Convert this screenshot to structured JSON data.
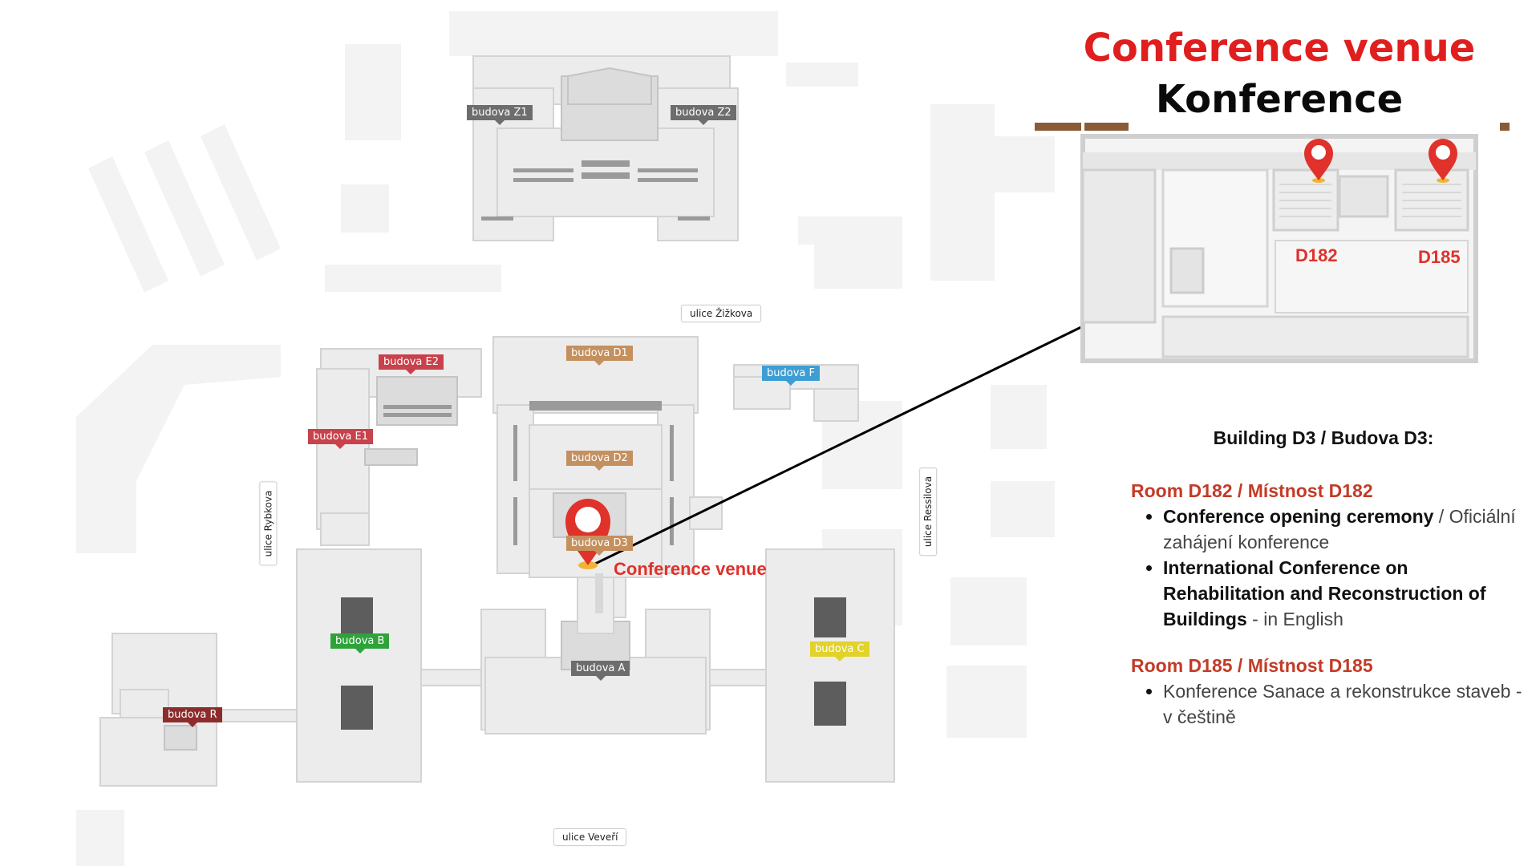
{
  "header": {
    "title_en": "Conference venue",
    "title_cz": "Konference"
  },
  "map": {
    "venue_label": "Conference venue",
    "buildings": [
      {
        "id": "z1",
        "label": "budova Z1",
        "color": "#6d6d6d"
      },
      {
        "id": "z2",
        "label": "budova Z2",
        "color": "#6d6d6d"
      },
      {
        "id": "e2",
        "label": "budova E2",
        "color": "#c9414a"
      },
      {
        "id": "e1",
        "label": "budova E1",
        "color": "#c9414a"
      },
      {
        "id": "d1",
        "label": "budova D1",
        "color": "#c4905f"
      },
      {
        "id": "d2",
        "label": "budova D2",
        "color": "#c4905f"
      },
      {
        "id": "d3",
        "label": "budova D3",
        "color": "#c4905f"
      },
      {
        "id": "f",
        "label": "budova F",
        "color": "#3d9ed3"
      },
      {
        "id": "b",
        "label": "budova B",
        "color": "#2ea33a"
      },
      {
        "id": "a",
        "label": "budova A",
        "color": "#6d6d6d"
      },
      {
        "id": "c",
        "label": "budova C",
        "color": "#e2d22a"
      },
      {
        "id": "r",
        "label": "budova R",
        "color": "#8c2c2c"
      }
    ],
    "streets": {
      "zizkova": "ulice Žižkova",
      "rybkova": "ulice Rybkova",
      "ressIova": "ulice Ressilova",
      "veveri": "ulice Veveří"
    }
  },
  "floorplan": {
    "rooms": [
      {
        "label": "D182"
      },
      {
        "label": "D185"
      }
    ]
  },
  "info": {
    "building": "Building D3  / Budova D3:",
    "room1": {
      "title": "Room D182 / Místnost D182",
      "item1_bold": "Conference opening ceremony",
      "item1_rest": " / Oficiální zahájení konference",
      "item2_bold": "International Conference on Rehabilitation and Reconstruction of Buildings",
      "item2_rest": " - in English"
    },
    "room2": {
      "title": "Room D185 / Místnost D185",
      "item1": "Konference Sanace a rekonstrukce staveb - v češtině"
    }
  },
  "colors": {
    "accent_red": "#e01e1e",
    "room_title": "#c33b27",
    "pin": "#e0312b"
  }
}
